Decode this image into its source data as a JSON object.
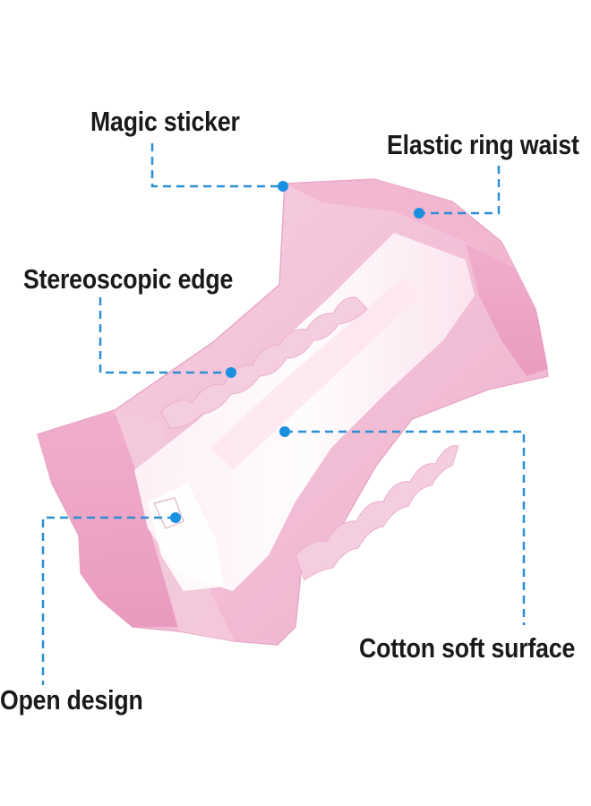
{
  "callouts": {
    "magic_sticker": "Magic sticker",
    "elastic_ring_waist": "Elastic ring waist",
    "stereoscopic_edge": "Stereoscopic edge",
    "cotton_soft_surface": "Cotton soft surface",
    "open_design": "Open design"
  },
  "colors": {
    "leader_line": "#2b8fd1",
    "dot": "#1b8fe0",
    "diaper_pink": "#f3c6dc",
    "diaper_dark_pink": "#e890b8",
    "absorbent_core": "#ffffff"
  }
}
